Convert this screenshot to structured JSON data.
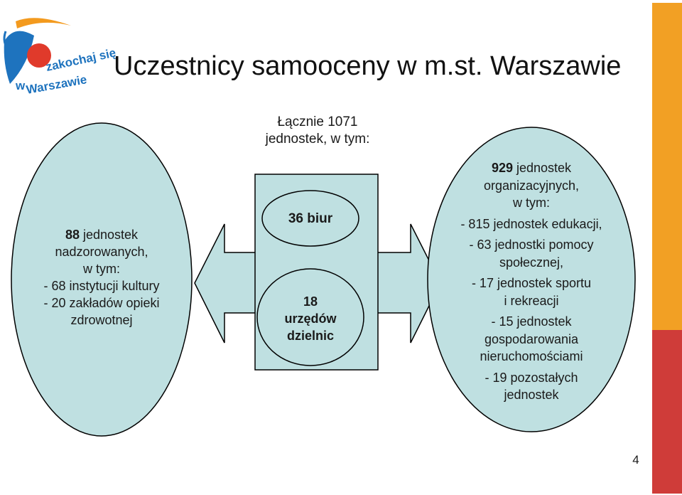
{
  "title": "Uczestnicy samooceny w m.st. Warszawie",
  "logo": {
    "line1": "zakochaj się",
    "line2": "w",
    "line3": "Warszawie"
  },
  "totals": {
    "line1": "Łącznie 1071",
    "line2": "jednostek, w tym:"
  },
  "left_ellipse": {
    "count": "88",
    "lines": [
      "jednostek",
      "nadzorowanych,",
      "w tym:",
      "- 68 instytucji kultury",
      "- 20 zakładów opieki",
      "zdrowotnej"
    ]
  },
  "center": {
    "biura": "36 biur",
    "urzedy": [
      "18",
      "urzędów",
      "dzielnic"
    ]
  },
  "right_ellipse": {
    "count": "929",
    "lines": [
      "jednostek",
      "organizacyjnych,",
      "w tym:",
      "- 815 jednostek edukacji,",
      "- 63 jednostki pomocy",
      "społecznej,",
      "- 17 jednostek sportu",
      "i rekreacji",
      "- 15 jednostek",
      "gospodarowania",
      "nieruchomościami",
      "- 19 pozostałych",
      "jednostek"
    ]
  },
  "page_number": "4",
  "colors": {
    "shape_fill": "#bfe0e1",
    "outline": "#000000",
    "bar_orange": "#f2a024",
    "bar_red": "#cf3c39",
    "logo_blue": "#1e73be",
    "logo_red": "#e03a2b",
    "logo_orange": "#f39a1e"
  }
}
